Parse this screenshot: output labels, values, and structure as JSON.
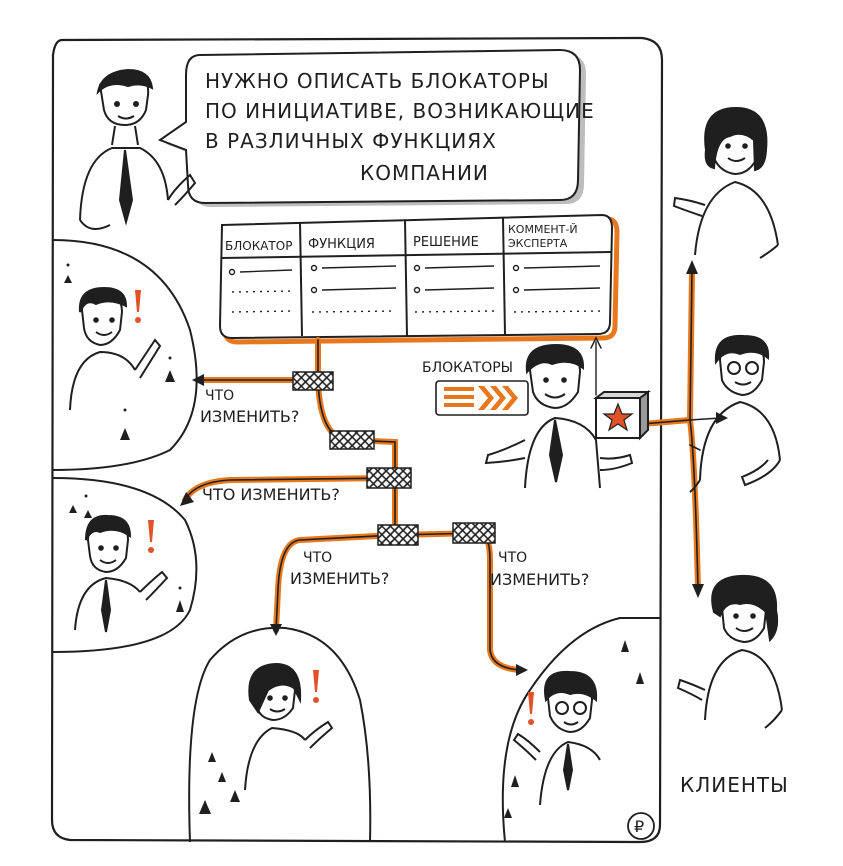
{
  "speech": {
    "lines": [
      "НУЖНО   ОПИСАТЬ  БЛОКАТОРЫ",
      "ПО ИНИЦИАТИВЕ, ВОЗНИКАЮЩИЕ",
      "В РАЗЛИЧНЫХ   ФУНКЦИЯХ",
      "КОМПАНИИ"
    ]
  },
  "table": {
    "headers": [
      "БЛОКАТОР",
      "ФУНКЦИЯ",
      "РЕШЕНИЕ",
      "КОММЕНТ-Й",
      "ЭКСПЕРТА"
    ]
  },
  "blockers_label": "БЛОКАТОРЫ",
  "questions": {
    "q1_line1": "ЧТО",
    "q1_line2": "ИЗМЕНИТЬ?",
    "q2": "ЧТО ИЗМЕНИТЬ?",
    "q3_line1": "ЧТО",
    "q3_line2": "ИЗМЕНИТЬ?",
    "q4_line1": "ЧТО",
    "q4_line2": "ИЗМЕНИТЬ?"
  },
  "clients_label": "КЛИЕНТЫ",
  "currency_symbol": "₽",
  "colors": {
    "ink": "#1f1f1f",
    "orange": "#e8781e",
    "orange_light": "#f3a25b",
    "red_exclaim": "#e0522a",
    "gray_shadow": "#b9b9b9",
    "block_gray": "#9a9a9a"
  }
}
